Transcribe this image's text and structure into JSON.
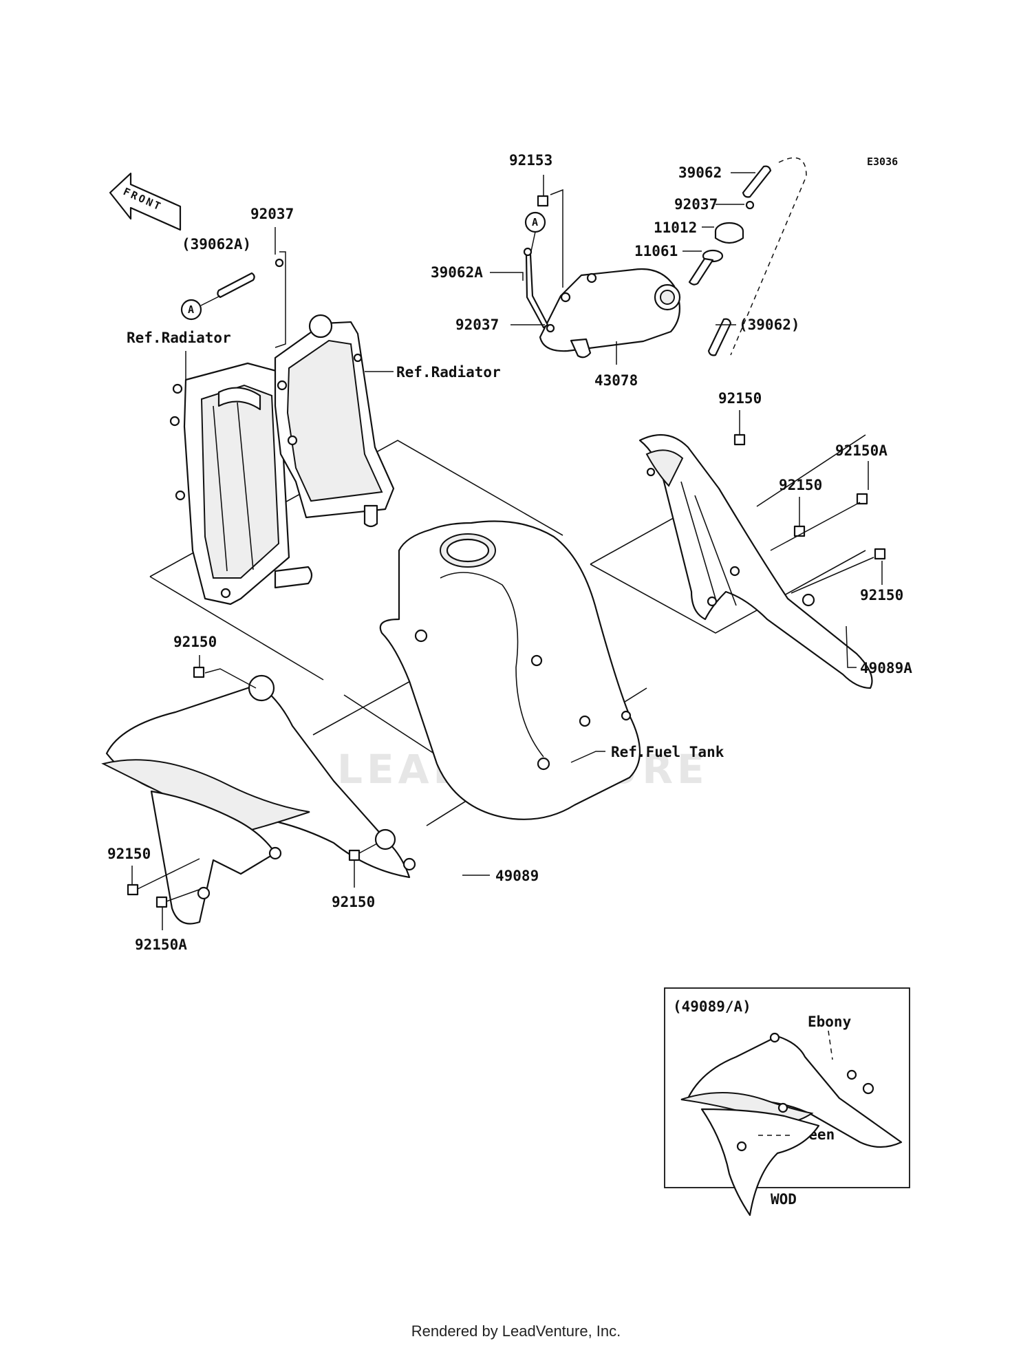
{
  "diagram_code": "E3036",
  "front_arrow_label": "FRONT",
  "connector_marker": "A",
  "labels": {
    "p92153": "92153",
    "p39062": "39062",
    "p92037_cap": "92037",
    "p11012": "11012",
    "p11061": "11061",
    "p39062A_hose": "39062A",
    "p92037_tank": "92037",
    "p39062_paren": "(39062)",
    "p43078": "43078",
    "p92037_left": "92037",
    "p39062A_paren": "(39062A)",
    "ref_radiator_left": "Ref.Radiator",
    "ref_radiator_right": "Ref.Radiator",
    "p92150_top": "92150",
    "p92150A_right": "92150A",
    "p92150_mid_right": "92150",
    "p92150_right": "92150",
    "p49089A": "49089A",
    "p92150_left_top": "92150",
    "ref_fuel_tank": "Ref.Fuel Tank",
    "p92150_bottom_left": "92150",
    "p92150_bottom_mid": "92150",
    "p92150A_bottom": "92150A",
    "p49089": "49089"
  },
  "inset": {
    "title": "(49089/A)",
    "color_1": "Ebony",
    "color_2": "Green",
    "model": "WOD"
  },
  "watermark": "LEADVENTURE",
  "footer": "Rendered by LeadVenture, Inc."
}
